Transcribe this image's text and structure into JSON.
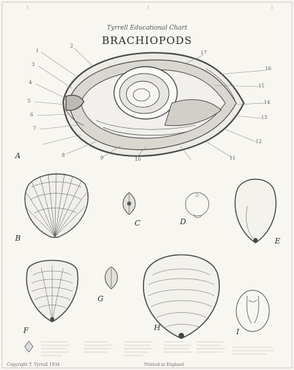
{
  "plate": {
    "subtitle": "Tyrrell Educational Chart",
    "title": "BRACHIOPODS",
    "figure_letters": [
      "A",
      "B",
      "C",
      "D",
      "E",
      "F",
      "G",
      "H",
      "I"
    ],
    "leader_numbers": [
      "1",
      "2",
      "3",
      "4",
      "5",
      "6",
      "7",
      "8",
      "9",
      "10",
      "11",
      "12",
      "13",
      "14",
      "15",
      "16",
      "17"
    ],
    "footer": {
      "left": "Copyright T. Tyrrell 1934",
      "center": "Printed in England"
    }
  }
}
